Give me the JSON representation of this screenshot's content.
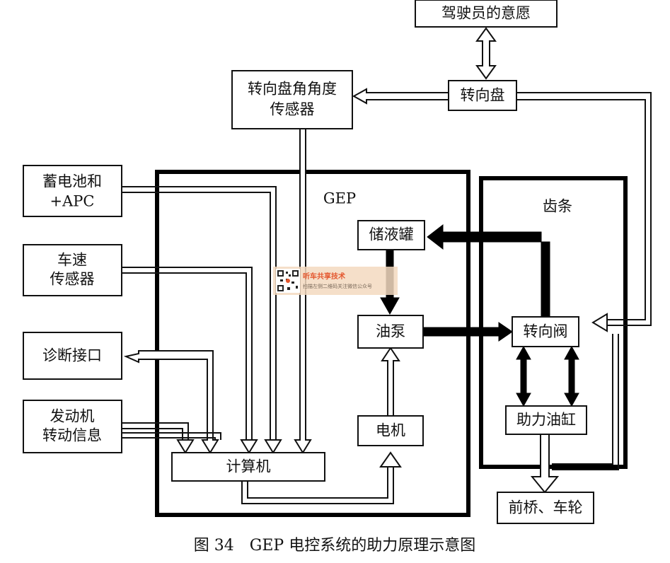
{
  "labels": {
    "driver_intent": "驾驶员的意愿",
    "steering_wheel": "转向盘",
    "angle_sensor_l1": "转向盘角角度",
    "angle_sensor_l2": "传感器",
    "battery_l1": "蓄电池和",
    "battery_l2": "+APC",
    "speed_sensor_l1": "车速",
    "speed_sensor_l2": "传感器",
    "diagnostic_port": "诊断接口",
    "engine_info_l1": "发动机",
    "engine_info_l2": "转动信息",
    "computer": "计算机",
    "gep": "GEP",
    "rack": "齿条",
    "reservoir": "储液罐",
    "oil_pump": "油泵",
    "motor": "电机",
    "steering_valve": "转向阀",
    "power_cylinder": "助力油缸",
    "front_axle": "前桥、车轮"
  },
  "caption": "图 34　GEP 电控系统的助力原理示意图",
  "watermark": {
    "title": "听车共享技术",
    "subtitle": "扫描左侧二维码关注微信公众号"
  },
  "colors": {
    "line": "#111111",
    "frame": "#000000",
    "background": "#ffffff",
    "watermark_accent": "#e4572e"
  }
}
